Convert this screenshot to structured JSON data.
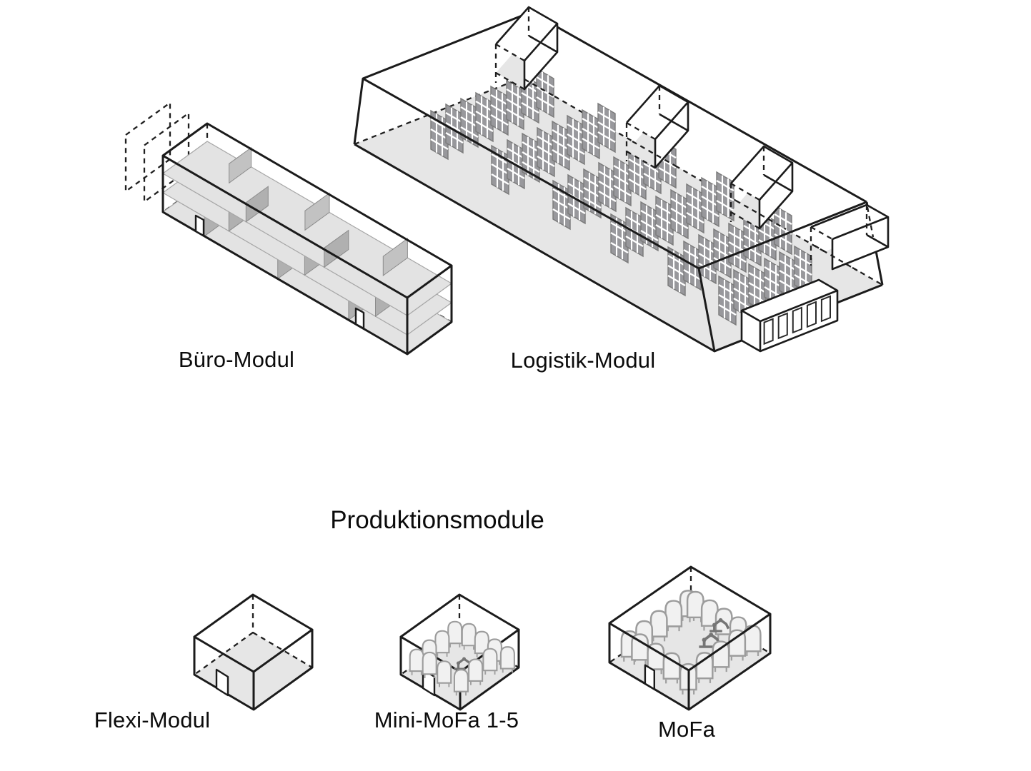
{
  "diagram": {
    "heading": "Produktionsmodule",
    "modules": [
      {
        "id": "buero",
        "label": "Büro-Modul",
        "kind": "office-module"
      },
      {
        "id": "logistik",
        "label": "Logistik-Modul",
        "kind": "warehouse-module"
      },
      {
        "id": "flexi",
        "label": "Flexi-Modul",
        "kind": "production-module"
      },
      {
        "id": "mini_mofa",
        "label": "Mini-MoFa 1-5",
        "kind": "production-module"
      },
      {
        "id": "mofa",
        "label": "MoFa",
        "kind": "production-module"
      }
    ],
    "colors": {
      "background": "#ffffff",
      "line": "#1b1b1b",
      "floor": "#e6e6e6",
      "partition_wall": "#b0b0b0",
      "rack": "#98989c",
      "tank_fill": "#f1f1f1",
      "tank_stroke": "#9c9c9c"
    }
  }
}
